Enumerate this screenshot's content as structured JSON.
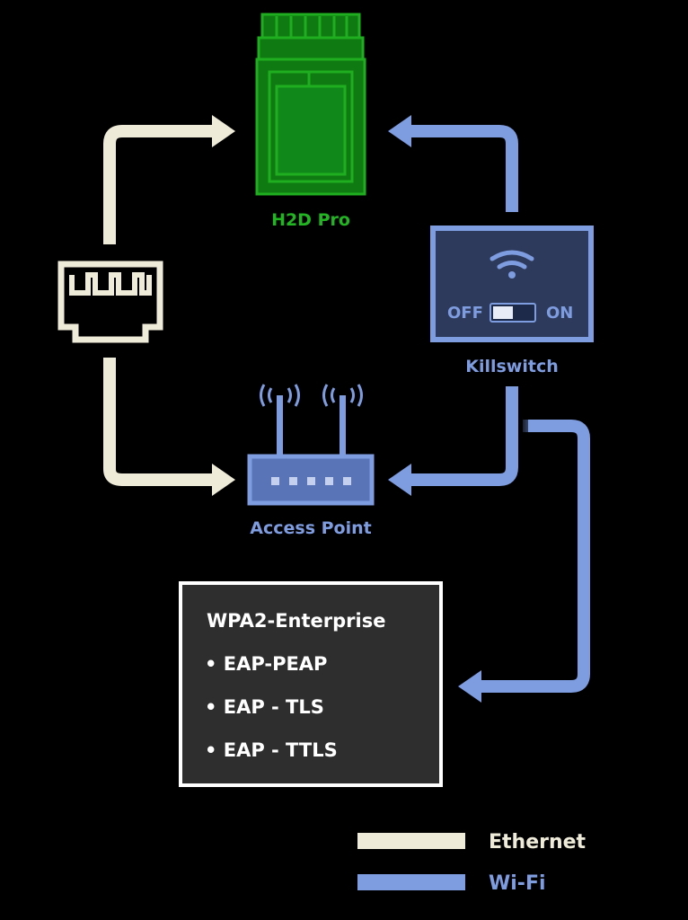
{
  "colors": {
    "background": "#000000",
    "ethernet": "#efebd9",
    "wifi": "#7e9ce0",
    "wifi_dark": "#5a74b8",
    "printer_green": "#1fae1f",
    "printer_fill": "#0f7a12",
    "printer_label": "#22b522",
    "box_fill": "#2e2e2e"
  },
  "nodes": {
    "printer": {
      "label": "H2D Pro",
      "icon": "printer-module-icon"
    },
    "killswitch": {
      "label": "Killswitch",
      "off_label": "OFF",
      "on_label": "ON",
      "icon": "wifi-icon"
    },
    "access_point": {
      "label": "Access Point",
      "icon": "router-icon"
    },
    "ethernet_port": {
      "icon": "ethernet-port-icon"
    }
  },
  "auth_box": {
    "title": "WPA2-Enterprise",
    "items": [
      "• EAP-PEAP",
      "• EAP - TLS",
      "• EAP - TTLS"
    ]
  },
  "legend": {
    "ethernet_label": "Ethernet",
    "wifi_label": "Wi-Fi"
  }
}
